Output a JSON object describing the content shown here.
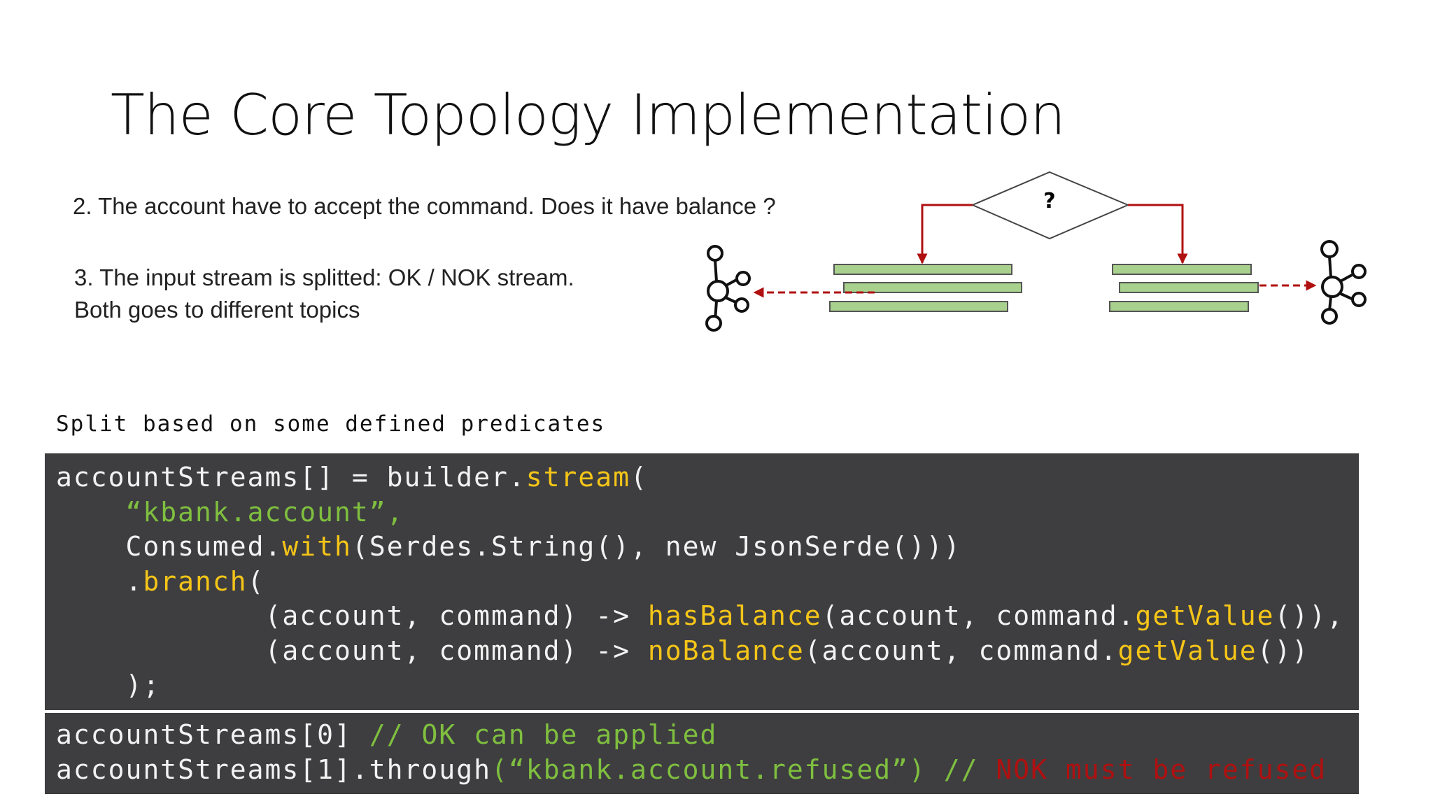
{
  "slide": {
    "title": "The Core Topology Implementation",
    "point2": "2. The account have to accept the command. Does it have balance ?",
    "point3_line1": "3. The input stream is splitted: OK / NOK stream.",
    "point3_line2": "Both goes to different topics",
    "split_label": "Split based on some defined predicates"
  },
  "diagram": {
    "decision_label": "?",
    "colors": {
      "arrow": "#b01010",
      "bar_fill": "#a9d18e",
      "bar_stroke": "#555555"
    },
    "icons": [
      "kafka-topic-icon-left",
      "kafka-topic-icon-right"
    ]
  },
  "code": {
    "l1_a": "accountStreams[] = builder.",
    "l1_b": "stream",
    "l1_c": "(",
    "l2_indent": "    ",
    "l2_str": "“kbank.account”,",
    "l3_a": "    Consumed.",
    "l3_b": "with",
    "l3_c": "(Serdes.String(), new JsonSerde()))",
    "l4_a": "    .",
    "l4_b": "branch",
    "l4_c": "(",
    "l5_a": "            (account, command) -> ",
    "l5_b": "hasBalance",
    "l5_c": "(account, command.",
    "l5_d": "getValue",
    "l5_e": "()),",
    "l6_a": "            (account, command) -> ",
    "l6_b": "noBalance",
    "l6_c": "(account, command.",
    "l6_d": "getValue",
    "l6_e": "())",
    "l7": "    );",
    "m1_a": "accountStreams[0] ",
    "m1_b": "// OK can be applied",
    "m2_a": "accountStreams[1].through",
    "m2_b": "(“kbank.account.refused”)",
    "m2_c": " // ",
    "m2_d": "NOK must be refused"
  },
  "colors": {
    "code_bg": "#3e3e40",
    "code_text": "#f2f2f2",
    "method": "#f5c518",
    "string_comment": "#7fbf3f",
    "alert": "#b01010"
  }
}
